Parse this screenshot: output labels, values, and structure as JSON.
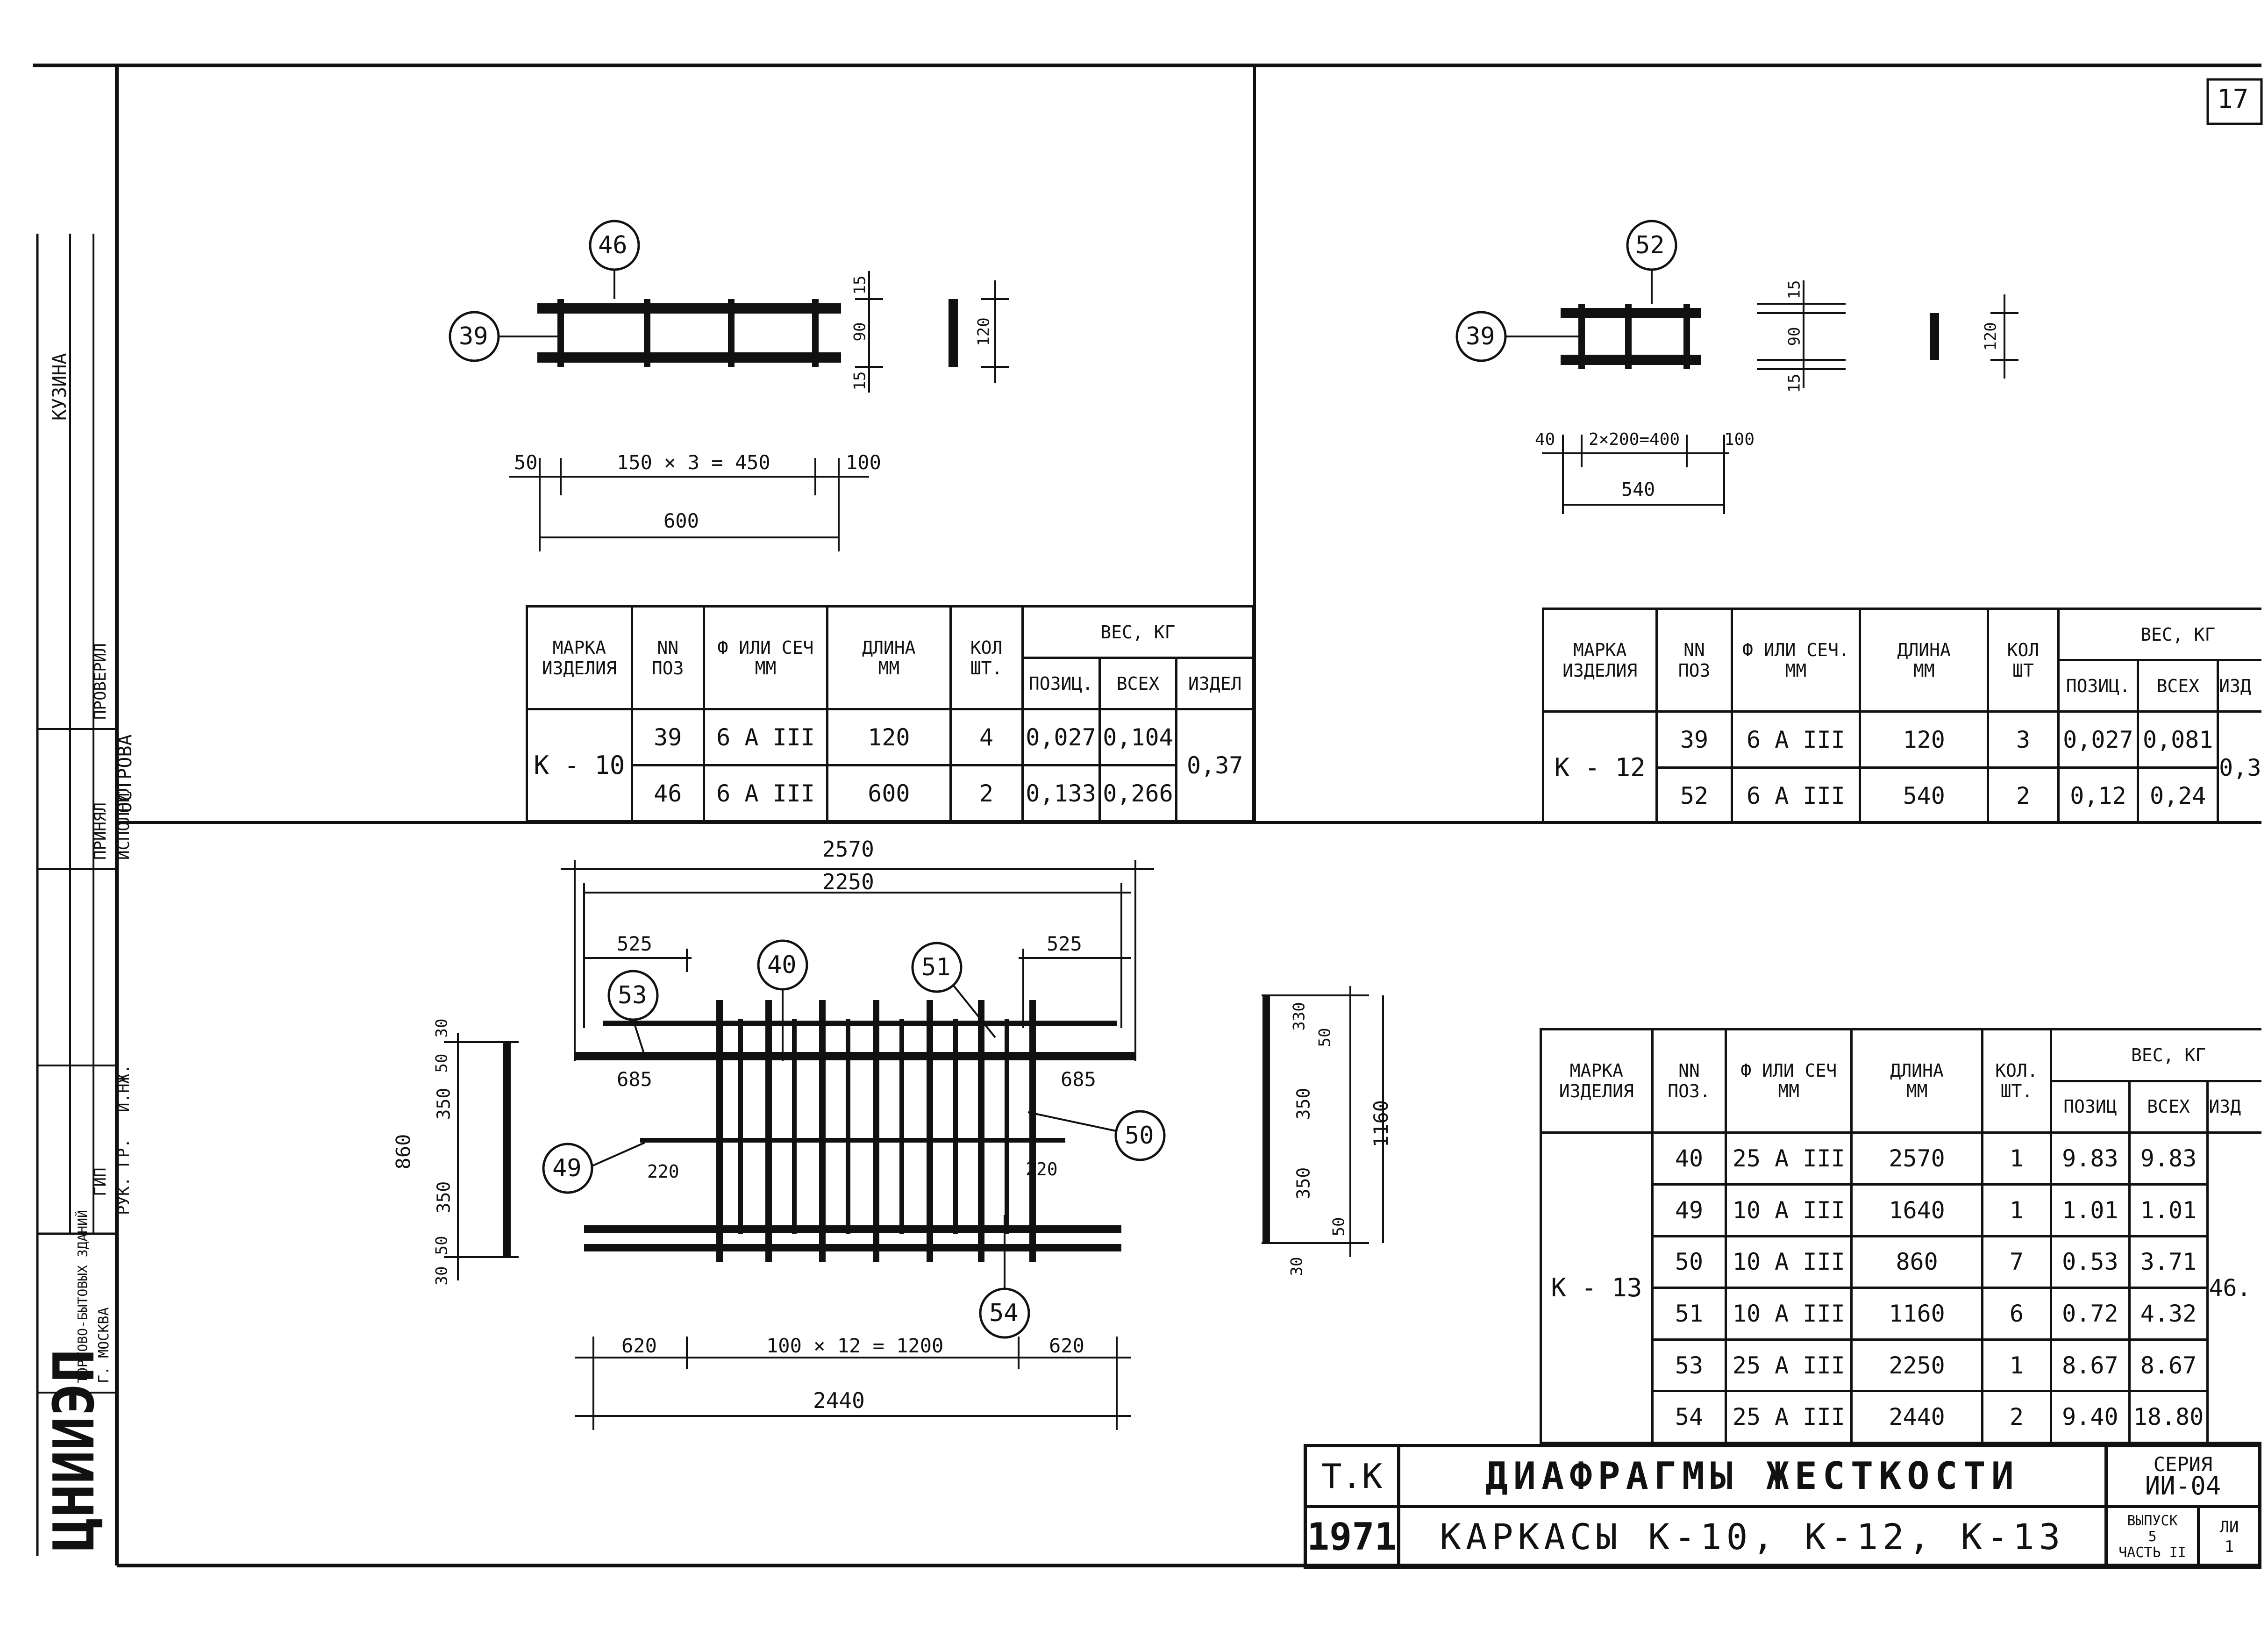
{
  "sheet_number": "17",
  "sidebar": {
    "roles": [
      "ГИП",
      "РУК. ГР.",
      "И.НЖ.",
      "ПРИНЯЛ",
      "ПРОВЕРИЛ",
      "ИСПОЛНИЛ"
    ],
    "names": [
      "КУЗИНА",
      "ОСТРОВА"
    ],
    "org": [
      "ЦНИИЭП",
      "ТОРГОВО-БЫТОВЫХ ЗДАНИЙ",
      "Г. МОСКВА"
    ]
  },
  "k10": {
    "pos_callouts": [
      "46",
      "39"
    ],
    "dims": {
      "left": "50",
      "middle": "150 × 3 = 450",
      "right": "100",
      "total": "600",
      "top": "15",
      "height": "90",
      "bottom": "15",
      "side": "120"
    },
    "table": {
      "headers": {
        "mark": [
          "МАРКА",
          "ИЗДЕЛИЯ"
        ],
        "pos": [
          "NN",
          "ПОЗ"
        ],
        "dia": [
          "Ф ИЛИ СЕЧ",
          "ММ"
        ],
        "len": [
          "ДЛИНА",
          "ММ"
        ],
        "qty": [
          "КОЛ",
          "ШТ."
        ],
        "weight": "ВЕС, КГ",
        "w_pos": "ПОЗИЦ.",
        "w_all": "ВСЕХ",
        "w_item": "ИЗДЕЛ"
      },
      "mark": "К - 10",
      "item_weight": "0,37",
      "rows": [
        {
          "pos": "39",
          "dia": "6 А III",
          "len": "120",
          "qty": "4",
          "w_pos": "0,027",
          "w_all": "0,104"
        },
        {
          "pos": "46",
          "dia": "6 А III",
          "len": "600",
          "qty": "2",
          "w_pos": "0,133",
          "w_all": "0,266"
        }
      ]
    }
  },
  "k12": {
    "pos_callouts": [
      "52",
      "39"
    ],
    "dims": {
      "left": "40",
      "middle": "2×200=400",
      "right": "100",
      "total": "540",
      "top": "15",
      "height": "90",
      "bottom": "15",
      "side": "120"
    },
    "table": {
      "headers": {
        "mark": [
          "МАРКА",
          "ИЗДЕЛИЯ"
        ],
        "pos": [
          "NN",
          "ПОЗ"
        ],
        "dia": [
          "Ф ИЛИ СЕЧ.",
          "ММ"
        ],
        "len": [
          "ДЛИНА",
          "ММ"
        ],
        "qty": [
          "КОЛ",
          "ШТ"
        ],
        "weight": "ВЕС, КГ",
        "w_pos": "ПОЗИЦ.",
        "w_all": "ВСЕХ",
        "w_item": "ИЗД"
      },
      "mark": "К - 12",
      "item_weight": "0,3",
      "rows": [
        {
          "pos": "39",
          "dia": "6 А III",
          "len": "120",
          "qty": "3",
          "w_pos": "0,027",
          "w_all": "0,081"
        },
        {
          "pos": "52",
          "dia": "6 А III",
          "len": "540",
          "qty": "2",
          "w_pos": "0,12",
          "w_all": "0,24"
        }
      ]
    }
  },
  "k13": {
    "pos_callouts": [
      "40",
      "51",
      "53",
      "49",
      "50",
      "54"
    ],
    "dims": {
      "overall": "2570",
      "inner": "2250",
      "left_seg": "525",
      "right_seg": "525",
      "left_685": "685",
      "right_685": "685",
      "left_220": "220",
      "right_220": "220",
      "bottom_left": "620",
      "bottom_mid": "100 × 12 = 1200",
      "bottom_right": "620",
      "bottom_total": "2440",
      "left_side": [
        "30",
        "50",
        "350",
        "350",
        "50",
        "30"
      ],
      "left_total": "860",
      "right_side": [
        "330",
        "50",
        "350",
        "350",
        "50",
        "30"
      ],
      "right_total": "1160"
    },
    "table": {
      "headers": {
        "mark": [
          "МАРКА",
          "ИЗДЕЛИЯ"
        ],
        "pos": [
          "NN",
          "ПОЗ."
        ],
        "dia": [
          "Ф ИЛИ СЕЧ",
          "ММ"
        ],
        "len": [
          "ДЛИНА",
          "ММ"
        ],
        "qty": [
          "КОЛ.",
          "ШТ."
        ],
        "weight": "ВЕС, КГ",
        "w_pos": "ПОЗИЦ",
        "w_all": "ВСЕХ",
        "w_item": "ИЗД"
      },
      "mark": "К - 13",
      "item_weight": "46.",
      "rows": [
        {
          "pos": "40",
          "dia": "25 А III",
          "len": "2570",
          "qty": "1",
          "w_pos": "9.83",
          "w_all": "9.83"
        },
        {
          "pos": "49",
          "dia": "10 А III",
          "len": "1640",
          "qty": "1",
          "w_pos": "1.01",
          "w_all": "1.01"
        },
        {
          "pos": "50",
          "dia": "10 А III",
          "len": "860",
          "qty": "7",
          "w_pos": "0.53",
          "w_all": "3.71"
        },
        {
          "pos": "51",
          "dia": "10 А III",
          "len": "1160",
          "qty": "6",
          "w_pos": "0.72",
          "w_all": "4.32"
        },
        {
          "pos": "53",
          "dia": "25 А III",
          "len": "2250",
          "qty": "1",
          "w_pos": "8.67",
          "w_all": "8.67"
        },
        {
          "pos": "54",
          "dia": "25 А III",
          "len": "2440",
          "qty": "2",
          "w_pos": "9.40",
          "w_all": "18.80"
        }
      ]
    }
  },
  "title_block": {
    "tk": "Т.К",
    "year": "1971",
    "title": "ДИАФРАГМЫ ЖЕСТКОСТИ",
    "subtitle": "КАРКАСЫ К-10, К-12, К-13",
    "series_label": "СЕРИЯ",
    "series": "ИИ-04",
    "issue": [
      "ВЫПУСК",
      "5",
      "ЧАСТЬ II"
    ],
    "sheet_label": "ЛИ",
    "sheet": "1"
  }
}
